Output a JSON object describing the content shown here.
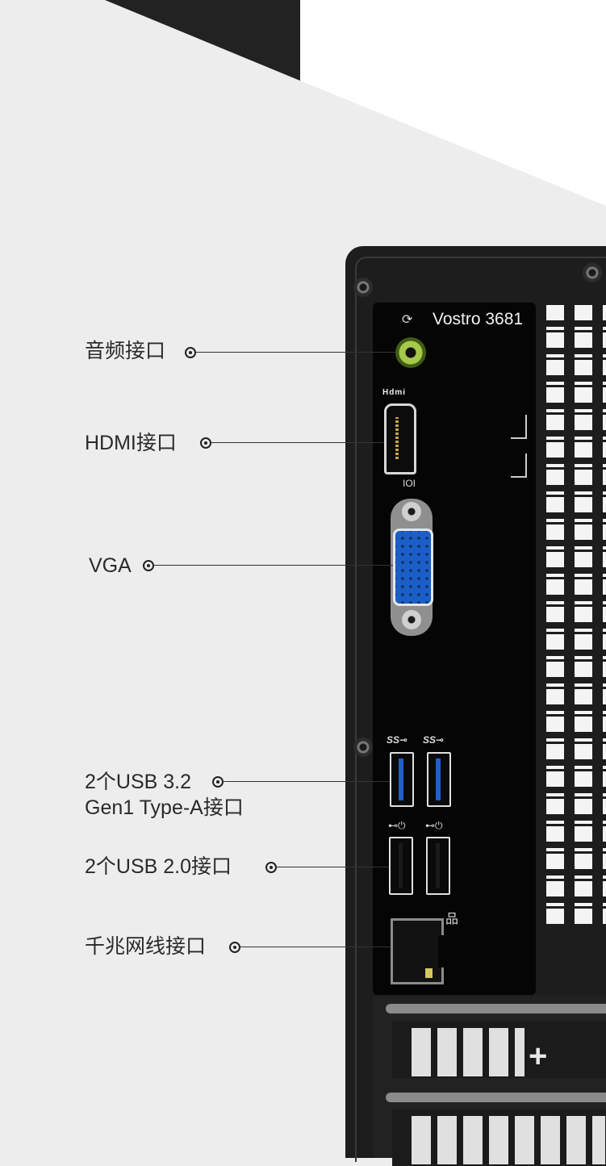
{
  "model_label": "Vostro 3681",
  "port_markings": {
    "hdmi_logo": "Hdmi",
    "vga_symbol": "IOI",
    "usb3_symbol": "SS⊸",
    "usb2_symbol": "⊷⏻",
    "network_icon": "network-icon",
    "headphone_icon": "headphone-icon"
  },
  "callouts": [
    {
      "id": "audio",
      "text": "音频接口"
    },
    {
      "id": "hdmi",
      "text": "HDMI接口"
    },
    {
      "id": "vga",
      "text": "VGA"
    },
    {
      "id": "usb3",
      "text": "2个USB 3.2\nGen1 Type-A接口"
    },
    {
      "id": "usb2",
      "text": "2个USB 2.0接口"
    },
    {
      "id": "lan",
      "text": "千兆网线接口"
    }
  ],
  "colors": {
    "background": "#ededed",
    "chassis": "#1d1d1d",
    "audio_jack": "#a6c94a",
    "vga_port": "#1b5fc4",
    "usb3_tongue": "#1f5fd0"
  }
}
